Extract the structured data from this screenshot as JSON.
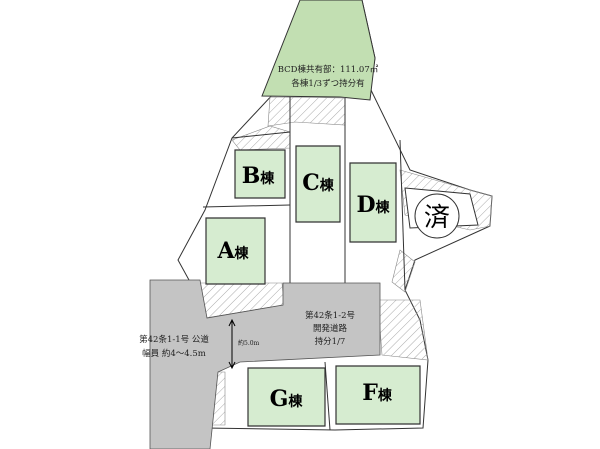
{
  "shared_area_note": {
    "line1": "BCD棟共有部：111.07㎡",
    "line2": "各棟1/3ずつ持分有"
  },
  "buildings": [
    {
      "id": "A",
      "label": "A",
      "suffix": "棟"
    },
    {
      "id": "B",
      "label": "B",
      "suffix": "棟"
    },
    {
      "id": "C",
      "label": "C",
      "suffix": "棟"
    },
    {
      "id": "D",
      "label": "D",
      "suffix": "棟"
    },
    {
      "id": "G",
      "label": "G",
      "suffix": "棟"
    },
    {
      "id": "F",
      "label": "F",
      "suffix": "棟"
    }
  ],
  "sold_badge": "済",
  "public_road": {
    "line1": "第42条1-1号 公道",
    "line2": "幅員 約4～4.5m"
  },
  "private_road": {
    "line1": "第42条1-2号",
    "line2": "開発道路",
    "line3": "持分1/7"
  },
  "road_width_note": "約5.0m",
  "colors": {
    "building_fill": "#d6ecd0",
    "shared_fill": "#c2dfb2",
    "road_fill": "#c4c4c4",
    "hatch_stroke": "#aaaaaa",
    "line_stroke": "#333333"
  }
}
